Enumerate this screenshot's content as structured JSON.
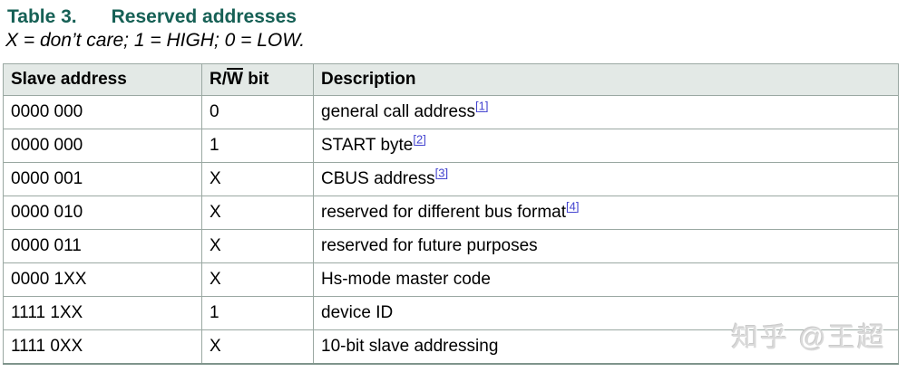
{
  "caption": {
    "label": "Table 3.",
    "title": "Reserved addresses",
    "subtitle": "X = don’t care; 1 = HIGH; 0 = LOW."
  },
  "table": {
    "headers": [
      "Slave address",
      "R/W bit",
      "Description"
    ],
    "rw_header": {
      "pre": "R/",
      "over": "W",
      "post": " bit"
    },
    "rows": [
      {
        "address": "0000 000",
        "rw": "0",
        "description": "general call address",
        "footnote": "[1]"
      },
      {
        "address": "0000 000",
        "rw": "1",
        "description": "START byte",
        "footnote": "[2]"
      },
      {
        "address": "0000 001",
        "rw": "X",
        "description": "CBUS address",
        "footnote": "[3]"
      },
      {
        "address": "0000 010",
        "rw": "X",
        "description": "reserved for different bus format",
        "footnote": "[4]"
      },
      {
        "address": "0000 011",
        "rw": "X",
        "description": "reserved for future purposes",
        "footnote": ""
      },
      {
        "address": "0000 1XX",
        "rw": "X",
        "description": "Hs-mode master code",
        "footnote": ""
      },
      {
        "address": "1111 1XX",
        "rw": "1",
        "description": "device ID",
        "footnote": ""
      },
      {
        "address": "1111 0XX",
        "rw": "X",
        "description": "10-bit slave addressing",
        "footnote": ""
      }
    ]
  },
  "watermark": "知乎 @王超",
  "colors": {
    "caption_teal": "#166055",
    "header_bg": "#e3e9e6",
    "grid_border": "#9aa8a2",
    "outer_border": "#8a9a93",
    "footnote_link": "#4343cf",
    "watermark_gray": "#dadada"
  }
}
